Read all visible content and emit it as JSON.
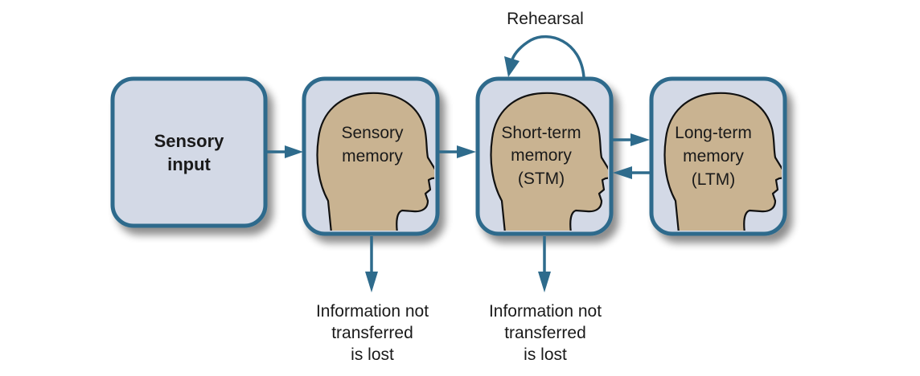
{
  "diagram": {
    "sensory_input": {
      "line1": "Sensory",
      "line2": "input"
    },
    "sensory_memory": {
      "line1": "Sensory",
      "line2": "memory"
    },
    "short_term_memory": {
      "line1": "Short-term",
      "line2": "memory",
      "line3": "(STM)"
    },
    "long_term_memory": {
      "line1": "Long-term",
      "line2": "memory",
      "line3": "(LTM)"
    },
    "rehearsal_label": "Rehearsal",
    "lost_note_1": {
      "line1": "Information not",
      "line2": "transferred",
      "line3": "is lost"
    },
    "lost_note_2": {
      "line1": "Information not",
      "line2": "transferred",
      "line3": "is lost"
    },
    "colors": {
      "box_fill": "#d3d9e6",
      "box_stroke": "#2e6b8c",
      "arrow": "#2e6b8c",
      "head_fill": "#c9b391",
      "head_stroke": "#111111",
      "shadow": "#b0b0b0"
    }
  }
}
